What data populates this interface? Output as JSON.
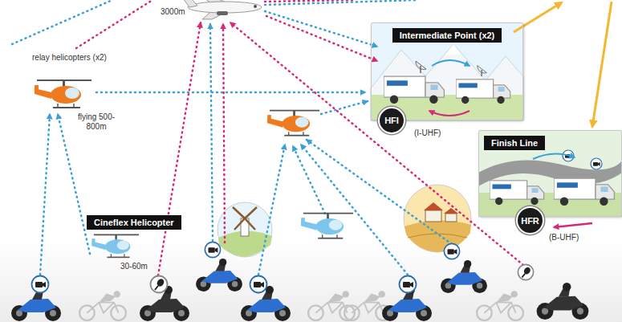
{
  "diagram": {
    "nodes": [
      {
        "text": [
          "Intermediate Point (x2)"
        ]
      },
      {
        "text": [
          "HFI"
        ],
        "in": 0
      },
      {
        "text": [
          "Finish Line"
        ]
      },
      {
        "text": [
          "HFR"
        ],
        "in": 2
      },
      {
        "text": [
          "Cineflex Helicopter"
        ]
      }
    ],
    "labels": [
      "3000m",
      "relay helicopters (x2)",
      "flying 500-800m",
      "30-60m",
      "(I-UHF)",
      "(B-UHF)"
    ]
  }
}
